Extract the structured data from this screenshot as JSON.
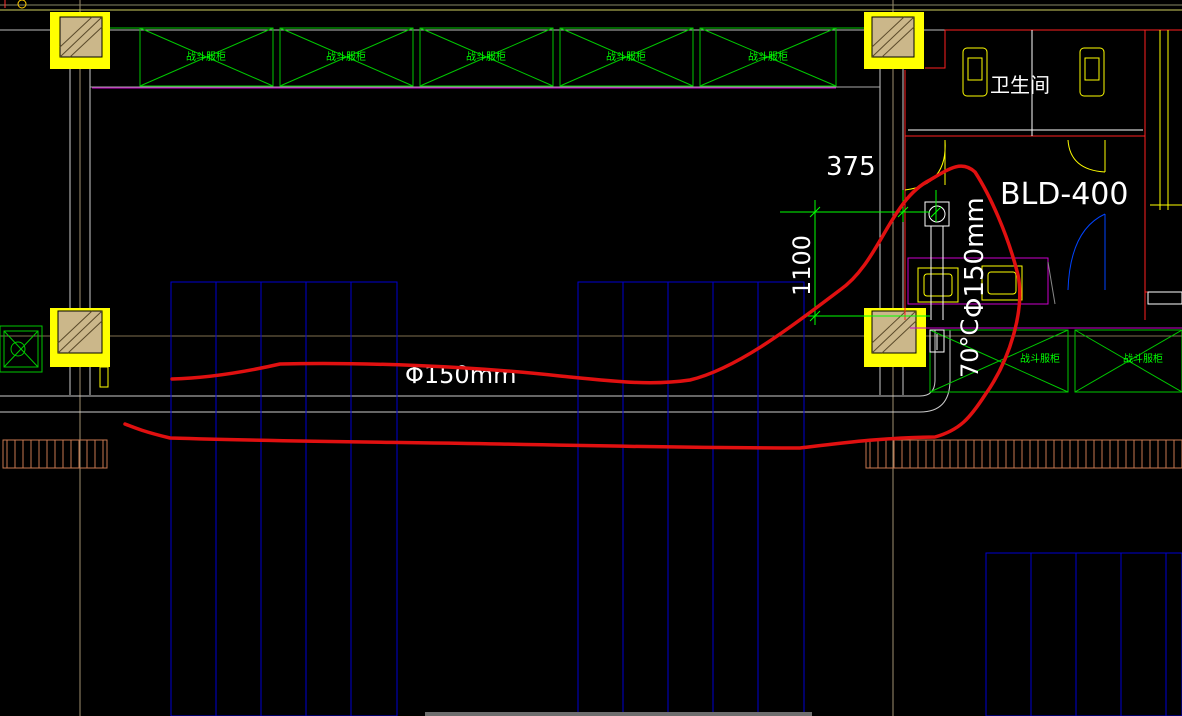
{
  "drawing": {
    "cabinet_labels": [
      "战斗服柜",
      "战斗服柜",
      "战斗服柜",
      "战斗服柜",
      "战斗服柜",
      "战斗服柜",
      "战斗服柜"
    ],
    "restroom_label": "卫生间",
    "dim_375": "375",
    "dim_1100": "1100",
    "fan_label": "BLD-400",
    "duct_vertical": "Φ150mm",
    "duct_horizontal": "Φ150mm",
    "angle_label": "70°C",
    "colors": {
      "background": "#000000",
      "wall": "#ffff00",
      "cabinet": "#00c800",
      "cabinet_text": "#00ff00",
      "grid": "#0000d0",
      "dim": "#00ff00",
      "annotation": "#ffffff",
      "markup": "#e01010",
      "room": "#ff2020",
      "stair": "#c87850"
    }
  }
}
